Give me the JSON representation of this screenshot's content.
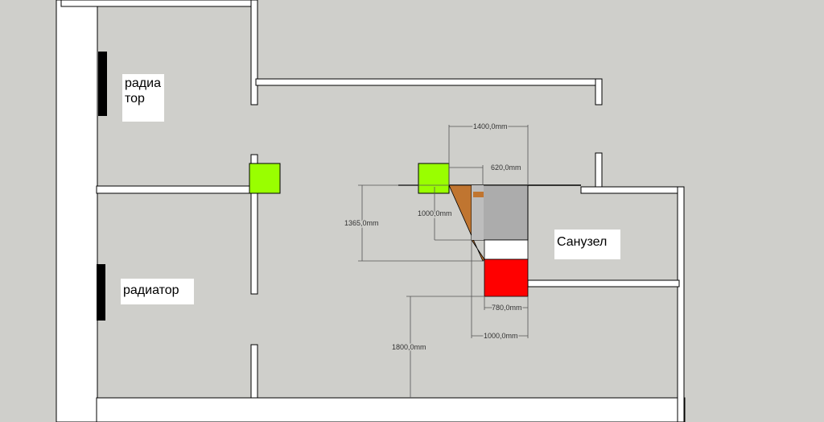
{
  "labels": {
    "radiator_top_line1": "радиа",
    "radiator_top_line2": "тор",
    "radiator_bottom": "радиатор",
    "bathroom": "Санузел"
  },
  "dimensions": {
    "d1400": "1400,0mm",
    "d620": "620,0mm",
    "d1365": "1365,0mm",
    "d1000_vertical": "1000,0mm",
    "d780": "780,0mm",
    "d1000_horizontal": "1000,0mm",
    "d1800": "1800,0mm"
  },
  "colors": {
    "background": "#cfcfcb",
    "wall": "#ffffff",
    "column": "#99ff00",
    "fixture_orange": "#c07530",
    "fixture_gray": "#acacac",
    "fixture_red": "#ff0000",
    "radiator": "#000000"
  }
}
